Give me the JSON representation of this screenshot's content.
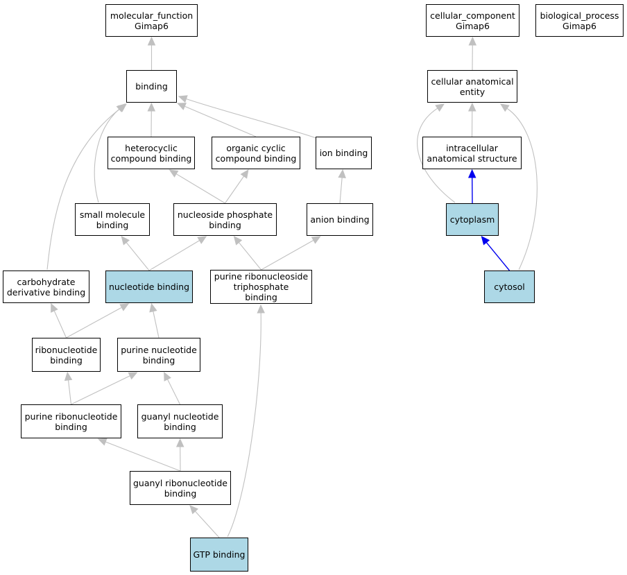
{
  "colors": {
    "highlight": "#add8e6",
    "edge": "#c0c0c0",
    "edge_strong": "#0000ee",
    "border": "#000000"
  },
  "nodes": {
    "mf_root": {
      "lines": [
        "molecular_function",
        "Gimap6"
      ],
      "highlighted": false
    },
    "cc_root": {
      "lines": [
        "cellular_component",
        "Gimap6"
      ],
      "highlighted": false
    },
    "bp_root": {
      "lines": [
        "biological_process",
        "Gimap6"
      ],
      "highlighted": false
    },
    "binding": {
      "lines": [
        "binding"
      ],
      "highlighted": false
    },
    "cae": {
      "lines": [
        "cellular anatomical",
        "entity"
      ],
      "highlighted": false
    },
    "hetero": {
      "lines": [
        "heterocyclic",
        "compound binding"
      ],
      "highlighted": false
    },
    "orgcyc": {
      "lines": [
        "organic cyclic",
        "compound binding"
      ],
      "highlighted": false
    },
    "ion": {
      "lines": [
        "ion binding"
      ],
      "highlighted": false
    },
    "ias": {
      "lines": [
        "intracellular",
        "anatomical structure"
      ],
      "highlighted": false
    },
    "smallmol": {
      "lines": [
        "small molecule",
        "binding"
      ],
      "highlighted": false
    },
    "nucphos": {
      "lines": [
        "nucleoside phosphate",
        "binding"
      ],
      "highlighted": false
    },
    "anion": {
      "lines": [
        "anion binding"
      ],
      "highlighted": false
    },
    "cytoplasm": {
      "lines": [
        "cytoplasm"
      ],
      "highlighted": true
    },
    "carbo": {
      "lines": [
        "carbohydrate",
        "derivative binding"
      ],
      "highlighted": false
    },
    "nucbind": {
      "lines": [
        "nucleotide binding"
      ],
      "highlighted": true
    },
    "prntp": {
      "lines": [
        "purine ribonucleoside",
        "triphosphate",
        "binding"
      ],
      "highlighted": false
    },
    "cytosol": {
      "lines": [
        "cytosol"
      ],
      "highlighted": true
    },
    "ribonuc": {
      "lines": [
        "ribonucleotide",
        "binding"
      ],
      "highlighted": false
    },
    "purnuc": {
      "lines": [
        "purine nucleotide",
        "binding"
      ],
      "highlighted": false
    },
    "purribo": {
      "lines": [
        "purine ribonucleotide",
        "binding"
      ],
      "highlighted": false
    },
    "guanyl": {
      "lines": [
        "guanyl nucleotide",
        "binding"
      ],
      "highlighted": false
    },
    "guanylribo": {
      "lines": [
        "guanyl ribonucleotide",
        "binding"
      ],
      "highlighted": false
    },
    "gtp": {
      "lines": [
        "GTP binding"
      ],
      "highlighted": true
    }
  },
  "edges": [
    {
      "from": "binding",
      "to": "mf_root"
    },
    {
      "from": "hetero",
      "to": "binding"
    },
    {
      "from": "orgcyc",
      "to": "binding"
    },
    {
      "from": "ion",
      "to": "binding"
    },
    {
      "from": "smallmol",
      "to": "binding"
    },
    {
      "from": "carbo",
      "to": "binding"
    },
    {
      "from": "nucphos",
      "to": "hetero"
    },
    {
      "from": "nucphos",
      "to": "orgcyc"
    },
    {
      "from": "anion",
      "to": "ion"
    },
    {
      "from": "nucbind",
      "to": "smallmol"
    },
    {
      "from": "nucbind",
      "to": "nucphos"
    },
    {
      "from": "prntp",
      "to": "nucphos"
    },
    {
      "from": "prntp",
      "to": "anion"
    },
    {
      "from": "ribonuc",
      "to": "carbo"
    },
    {
      "from": "ribonuc",
      "to": "nucbind"
    },
    {
      "from": "purnuc",
      "to": "nucbind"
    },
    {
      "from": "purribo",
      "to": "ribonuc"
    },
    {
      "from": "purribo",
      "to": "purnuc"
    },
    {
      "from": "guanyl",
      "to": "purnuc"
    },
    {
      "from": "guanylribo",
      "to": "purribo"
    },
    {
      "from": "guanylribo",
      "to": "guanyl"
    },
    {
      "from": "gtp",
      "to": "guanylribo"
    },
    {
      "from": "gtp",
      "to": "prntp"
    },
    {
      "from": "cae",
      "to": "cc_root"
    },
    {
      "from": "ias",
      "to": "cae"
    },
    {
      "from": "cytoplasm",
      "to": "cae"
    },
    {
      "from": "cytoplasm",
      "to": "ias",
      "strong": true
    },
    {
      "from": "cytosol",
      "to": "cytoplasm",
      "strong": true
    },
    {
      "from": "cytosol",
      "to": "cae"
    }
  ]
}
